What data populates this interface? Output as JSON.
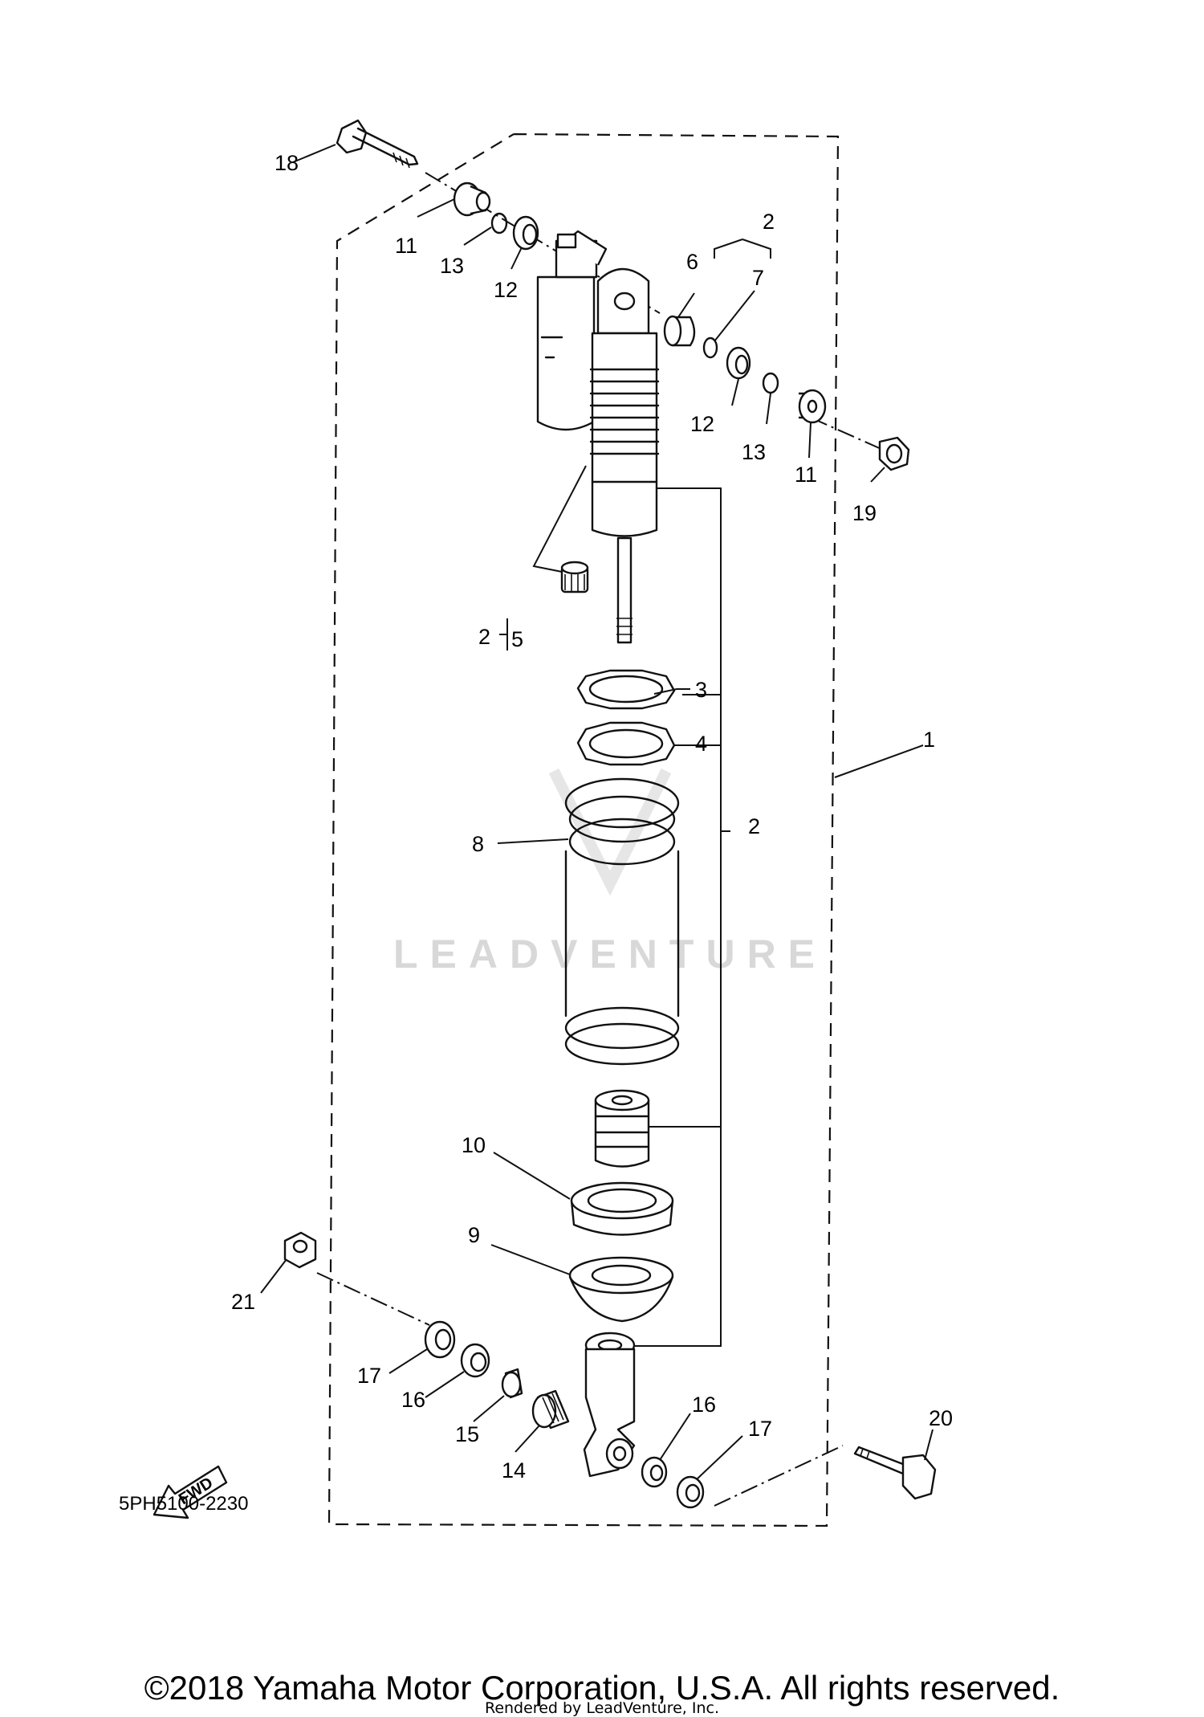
{
  "diagram": {
    "code": "5PH5100-2230",
    "fwd_label": "FWD",
    "watermark": "LEADVENTURE",
    "callouts": [
      {
        "id": "c-1",
        "label": "1"
      },
      {
        "id": "c-2-top",
        "label": "2"
      },
      {
        "id": "c-2-mid",
        "label": "2"
      },
      {
        "id": "c-2-bracket",
        "label": "2"
      },
      {
        "id": "c-3",
        "label": "3"
      },
      {
        "id": "c-4",
        "label": "4"
      },
      {
        "id": "c-5",
        "label": "5"
      },
      {
        "id": "c-6",
        "label": "6"
      },
      {
        "id": "c-7",
        "label": "7"
      },
      {
        "id": "c-8",
        "label": "8"
      },
      {
        "id": "c-9",
        "label": "9"
      },
      {
        "id": "c-10",
        "label": "10"
      },
      {
        "id": "c-11-left",
        "label": "11"
      },
      {
        "id": "c-11-right",
        "label": "11"
      },
      {
        "id": "c-12-left",
        "label": "12"
      },
      {
        "id": "c-12-right",
        "label": "12"
      },
      {
        "id": "c-13-left",
        "label": "13"
      },
      {
        "id": "c-13-right",
        "label": "13"
      },
      {
        "id": "c-14",
        "label": "14"
      },
      {
        "id": "c-15",
        "label": "15"
      },
      {
        "id": "c-16-left",
        "label": "16"
      },
      {
        "id": "c-16-right",
        "label": "16"
      },
      {
        "id": "c-17-left",
        "label": "17"
      },
      {
        "id": "c-17-right",
        "label": "17"
      },
      {
        "id": "c-18",
        "label": "18"
      },
      {
        "id": "c-19",
        "label": "19"
      },
      {
        "id": "c-20",
        "label": "20"
      },
      {
        "id": "c-21",
        "label": "21"
      }
    ]
  },
  "footer": {
    "copyright": "©2018 Yamaha Motor Corporation, U.S.A. All rights reserved.",
    "rendered_by": "Rendered by LeadVenture, Inc."
  }
}
